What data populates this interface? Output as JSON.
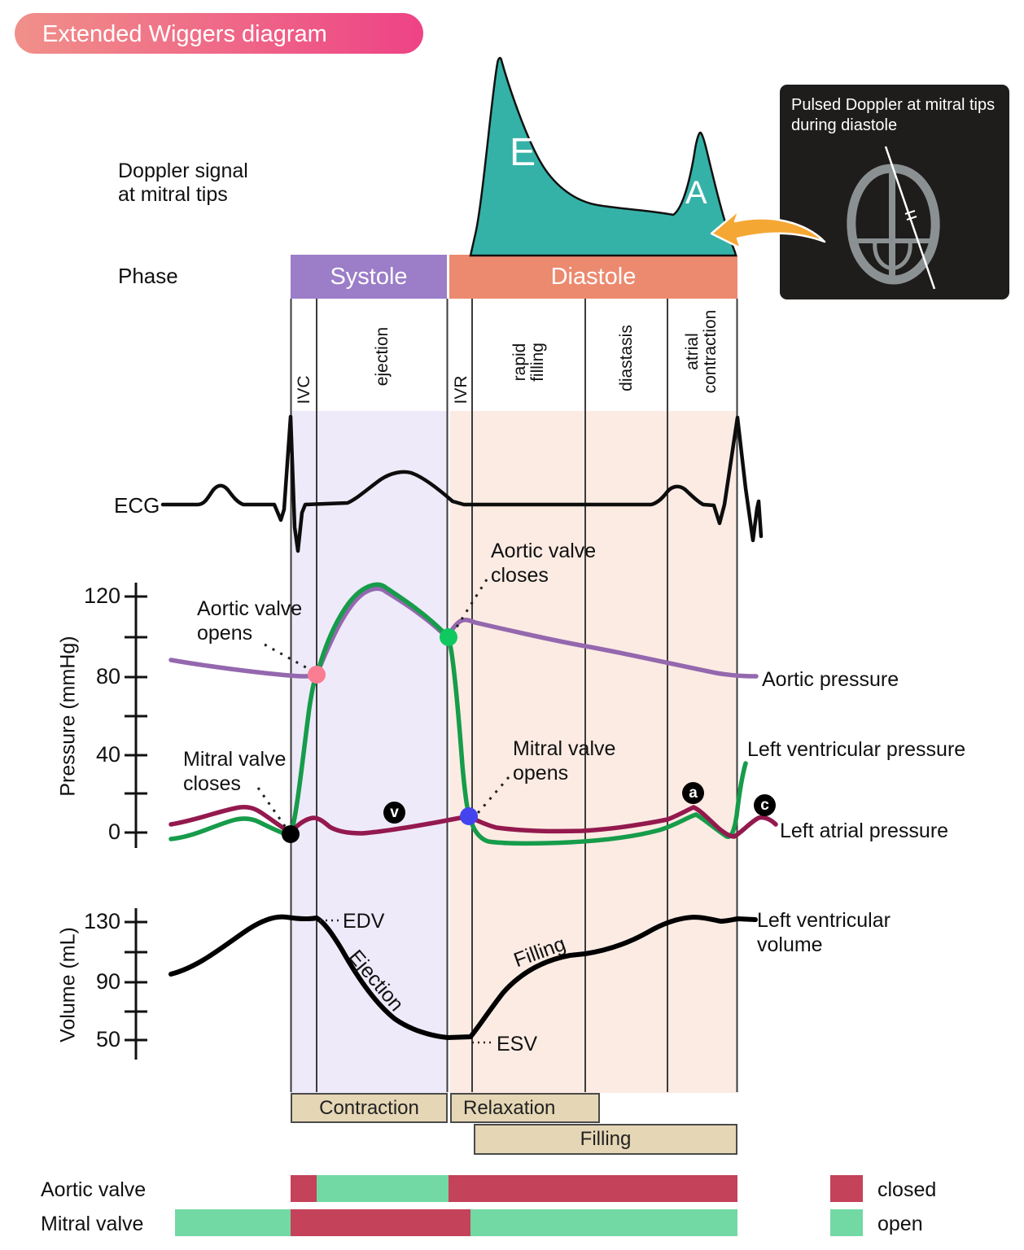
{
  "title": "Extended Wiggers diagram",
  "inset": {
    "caption_line1": "Pulsed Doppler at mitral tips",
    "caption_line2": "during diastole"
  },
  "doppler": {
    "label_line1": "Doppler signal",
    "label_line2": "at mitral tips",
    "e_wave": "E",
    "a_wave": "A"
  },
  "phase_row": {
    "label": "Phase",
    "systole": "Systole",
    "diastole": "Diastole",
    "subphases": [
      {
        "line1": "IVC"
      },
      {
        "line1": "ejection"
      },
      {
        "line1": "IVR"
      },
      {
        "line1": "rapid",
        "line2": "filling"
      },
      {
        "line1": "diastasis"
      },
      {
        "line1": "atrial",
        "line2": "contraction"
      }
    ]
  },
  "ecg": {
    "label": "ECG"
  },
  "pressure": {
    "axis_label": "Pressure (mmHg)",
    "tick_labels": [
      "120",
      "80",
      "40",
      "0"
    ],
    "annotations": {
      "aortic_opens_line1": "Aortic valve",
      "aortic_opens_line2": "opens",
      "aortic_closes_line1": "Aortic valve",
      "aortic_closes_line2": "closes",
      "mitral_closes_line1": "Mitral valve",
      "mitral_closes_line2": "closes",
      "mitral_opens_line1": "Mitral valve",
      "mitral_opens_line2": "opens"
    },
    "curve_labels": {
      "aortic": "Aortic pressure",
      "lv": "Left ventricular pressure",
      "la": "Left atrial pressure"
    },
    "wave_letters": {
      "v": "v",
      "a": "a",
      "c": "c"
    }
  },
  "volume": {
    "axis_label": "Volume (mL)",
    "tick_labels": [
      "130",
      "90",
      "50"
    ],
    "edv": "EDV",
    "esv": "ESV",
    "ejection": "Ejection",
    "filling": "Filling",
    "curve_label_line1": "Left ventricular",
    "curve_label_line2": "volume"
  },
  "timeline": {
    "contraction": "Contraction",
    "relaxation": "Relaxation",
    "filling": "Filling"
  },
  "valves": {
    "aortic_label": "Aortic valve",
    "mitral_label": "Mitral valve",
    "legend_closed": "closed",
    "legend_open": "open"
  },
  "colors": {
    "title_gradient_left": "#f09089",
    "title_gradient_right": "#ee4386",
    "systole_bar": "#9c7dc8",
    "diastole_bar": "#ec8a70",
    "systole_shade": "#eeeaf9",
    "diastole_shade": "#fcebe3",
    "doppler_fill": "#35b2a7",
    "aortic_pressure": "#9468ae",
    "lv_pressure": "#169c4a",
    "la_pressure": "#93194e",
    "marker_mitral_closes": "#000000",
    "marker_aortic_opens": "#fa7d92",
    "marker_aortic_closes": "#10c860",
    "marker_mitral_opens": "#4444ef",
    "timeline_bar": "#e5d6b5",
    "valve_closed": "#c4425a",
    "valve_open": "#72d9a4",
    "arrow": "#f5a733",
    "inset_bg": "#1e1d1b"
  },
  "chart_data": [
    {
      "type": "area",
      "title": "Doppler signal at mitral tips",
      "x_phases": [
        "rapid filling",
        "diastasis",
        "atrial contraction"
      ],
      "waves": [
        {
          "label": "E",
          "position": "early rapid filling",
          "relative_peak": 1.0
        },
        {
          "label": "A",
          "position": "atrial contraction",
          "relative_peak": 0.62
        }
      ],
      "legend_position": "none",
      "grid": false
    },
    {
      "type": "line",
      "title": "Pressure vs time over one cardiac cycle",
      "ylabel": "Pressure (mmHg)",
      "ylim": [
        -5,
        130
      ],
      "yticks": [
        0,
        40,
        80,
        120
      ],
      "x_phases": [
        "IVC",
        "ejection",
        "IVR",
        "rapid filling",
        "diastasis",
        "atrial contraction"
      ],
      "series": [
        {
          "name": "Aortic pressure",
          "color": "#9468ae",
          "approx_values_mmHg": {
            "start": 87,
            "min_before_valve_opens": 80,
            "peak": 124,
            "at_valve_closure": 100,
            "end": 82
          }
        },
        {
          "name": "Left ventricular pressure",
          "color": "#169c4a",
          "approx_values_mmHg": {
            "diastolic_baseline": 2,
            "peak": 126,
            "at_mitral_opening": 8
          }
        },
        {
          "name": "Left atrial pressure",
          "color": "#93194e",
          "approx_values_mmHg": {
            "baseline": 4,
            "a_wave": 13,
            "c_wave": 8,
            "v_wave": 9
          }
        }
      ],
      "events": [
        {
          "label": "Mitral valve closes",
          "pressure_mmHg": 2,
          "marker_color": "#000000",
          "at": "start of IVC"
        },
        {
          "label": "Aortic valve opens",
          "pressure_mmHg": 80,
          "marker_color": "#fa7d92",
          "at": "IVC/ejection boundary"
        },
        {
          "label": "Aortic valve closes",
          "pressure_mmHg": 100,
          "marker_color": "#10c860",
          "at": "ejection/IVR boundary"
        },
        {
          "label": "Mitral valve opens",
          "pressure_mmHg": 8,
          "marker_color": "#4444ef",
          "at": "IVR/rapid-filling boundary"
        }
      ],
      "grid": false
    },
    {
      "type": "line",
      "title": "Left ventricular volume over one cardiac cycle",
      "ylabel": "Volume (mL)",
      "ylim": [
        40,
        140
      ],
      "yticks": [
        50,
        90,
        130
      ],
      "series": [
        {
          "name": "Left ventricular volume",
          "color": "#000000",
          "approx_values_mL": {
            "start": 97,
            "EDV": 130,
            "ESV": 48,
            "after_rapid_filling": 112,
            "end": 130
          }
        }
      ],
      "annotations": [
        "EDV",
        "ESV",
        "Ejection",
        "Filling"
      ],
      "grid": false
    },
    {
      "type": "table",
      "title": "Valve states",
      "rows": [
        {
          "name": "Aortic valve",
          "segments": [
            {
              "state": "closed",
              "span": "IVC"
            },
            {
              "state": "open",
              "span": "ejection"
            },
            {
              "state": "closed",
              "span": "IVR through atrial contraction"
            }
          ]
        },
        {
          "name": "Mitral valve",
          "segments": [
            {
              "state": "open",
              "span": "before IVC"
            },
            {
              "state": "closed",
              "span": "IVC through IVR"
            },
            {
              "state": "open",
              "span": "rapid filling through atrial contraction"
            }
          ]
        }
      ],
      "legend": [
        {
          "label": "closed",
          "color": "#c4425a"
        },
        {
          "label": "open",
          "color": "#72d9a4"
        }
      ]
    }
  ]
}
